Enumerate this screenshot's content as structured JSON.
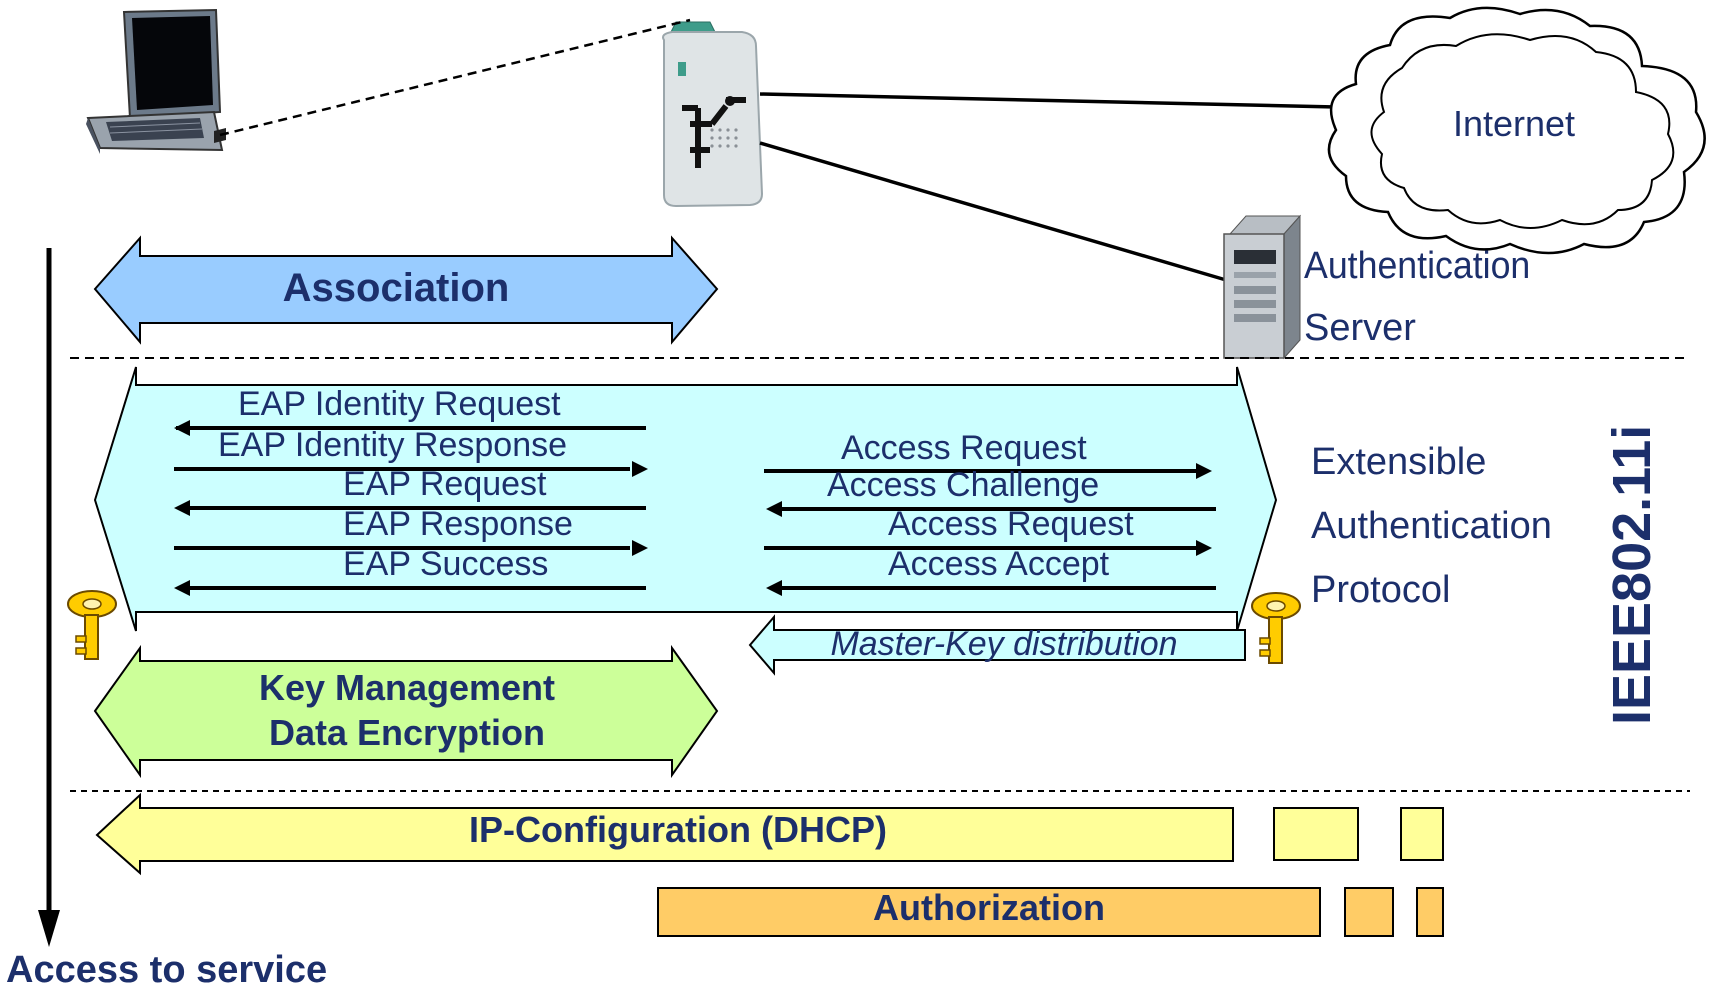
{
  "association_label": "Association",
  "eap_client_messages": [
    "EAP Identity Request",
    "EAP Identity Response",
    "EAP Request",
    "EAP Response",
    "EAP Success"
  ],
  "radius_messages": [
    "Access Request",
    "Access Challenge",
    "Access Request",
    "Access Accept"
  ],
  "master_key_label": "Master-Key distribution",
  "key_management_lines": [
    "Key Management",
    "Data Encryption"
  ],
  "ip_config_label": "IP-Configuration (DHCP)",
  "authorization_label": "Authorization",
  "internet_label": "Internet",
  "auth_server_lines": [
    "Authentication",
    "Server"
  ],
  "eap_side_lines": [
    "Extensible",
    "Authentication",
    "Protocol"
  ],
  "standard_label": "IEEE802.11i",
  "timeline_label": "Access to service",
  "colors": {
    "association": "#99ccff",
    "eap_band": "#ccffff",
    "key_mgmt": "#ccff99",
    "ip_config": "#ffff99",
    "authorization": "#ffcc66",
    "text": "#1c2f6b"
  },
  "icons": [
    "laptop-icon",
    "access-point-icon",
    "cloud-icon",
    "server-icon",
    "key-icon"
  ]
}
